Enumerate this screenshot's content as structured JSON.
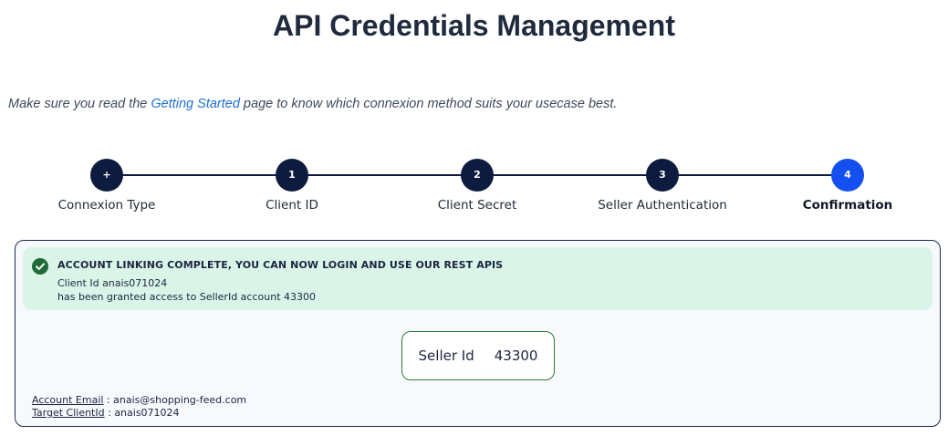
{
  "header": {
    "title": "API Credentials Management"
  },
  "intro": {
    "prefix": "Make sure you read the ",
    "link": "Getting Started",
    "suffix": " page to know which connexion method suits your usecase best."
  },
  "stepper": {
    "steps": [
      {
        "badge": "+",
        "label": "Connexion Type"
      },
      {
        "badge": "1",
        "label": "Client ID"
      },
      {
        "badge": "2",
        "label": "Client Secret"
      },
      {
        "badge": "3",
        "label": "Seller Authentication"
      },
      {
        "badge": "4",
        "label": "Confirmation"
      }
    ],
    "active_index": 4
  },
  "alert": {
    "title": "ACCOUNT LINKING COMPLETE, YOU CAN NOW LOGIN AND USE OUR REST APIS",
    "line1": "Client Id anais071024",
    "line2": "has been granted access to SellerId account 43300"
  },
  "seller": {
    "label": "Seller Id",
    "value": "43300"
  },
  "details": {
    "email_key": "Account Email",
    "email_sep": " : ",
    "email_value": "anais@shopping-feed.com",
    "client_key": "Target ClientId",
    "client_sep": " : ",
    "client_value": "anais071024"
  },
  "colors": {
    "step_inactive": "#0d1b3e",
    "step_active": "#1450f0",
    "success_bg": "#daf5e8",
    "success_icon": "#1f6b3a",
    "link": "#1e6fd6"
  }
}
